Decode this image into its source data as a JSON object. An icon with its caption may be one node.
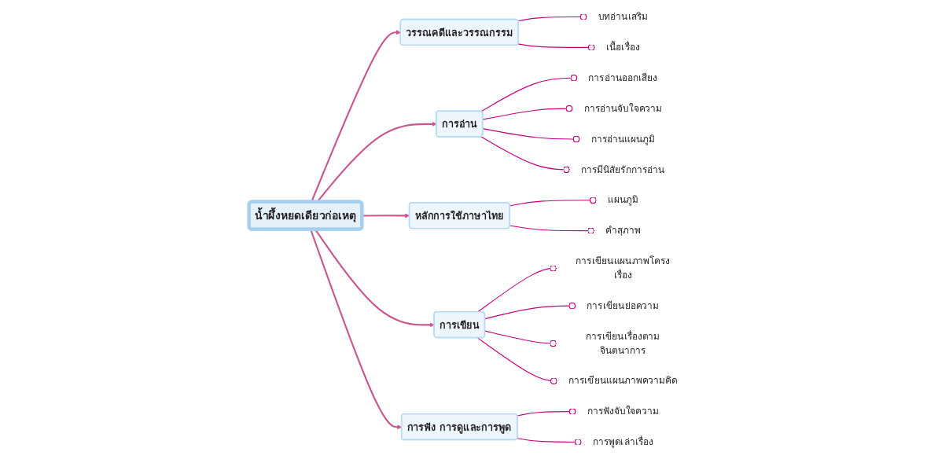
{
  "diagram": {
    "nodes": [
      {
        "text": [
          "น้ำผึ้งหยดเดียวก่อเหตุ"
        ]
      },
      {
        "text": [
          "วรรณคดีและวรรณกรรม"
        ]
      },
      {
        "text": [
          "บทอ่านเสริม"
        ]
      },
      {
        "text": [
          "เนื้อเรื่อง"
        ]
      },
      {
        "text": [
          "การอ่าน"
        ]
      },
      {
        "text": [
          "การอ่านออกเสียง"
        ]
      },
      {
        "text": [
          "การอ่านจับใจความ"
        ]
      },
      {
        "text": [
          "การอ่านแผนภูมิ"
        ]
      },
      {
        "text": [
          "การมีนิสัยรักการอ่าน"
        ]
      },
      {
        "text": [
          "หลักการใช้ภาษาไทย"
        ]
      },
      {
        "text": [
          "แผนภูมิ"
        ]
      },
      {
        "text": [
          "คำสุภาพ"
        ]
      },
      {
        "text": [
          "การเขียน"
        ]
      },
      {
        "text": [
          "การเขียนแผนภาพโครงเรื่อง"
        ]
      },
      {
        "text": [
          "การเขียนย่อความ"
        ]
      },
      {
        "text": [
          "การเขียนเรื่องตามจินตนาการ"
        ]
      },
      {
        "text": [
          "การเขียนแผนภาพความคิด"
        ]
      },
      {
        "text": [
          "การฟัง การดูและการพูด"
        ]
      },
      {
        "text": [
          "การฟังจับใจความ"
        ]
      },
      {
        "text": [
          "การพูดเล่าเรื่อง"
        ]
      }
    ],
    "edges": [
      {
        "from": 0,
        "to": 1,
        "arrow": "to",
        "color": "#c9558f"
      },
      {
        "from": 0,
        "to": 4,
        "arrow": "to",
        "color": "#c9558f"
      },
      {
        "from": 0,
        "to": 9,
        "arrow": "to",
        "color": "#c9558f"
      },
      {
        "from": 0,
        "to": 12,
        "arrow": "to",
        "color": "#c9558f"
      },
      {
        "from": 0,
        "to": 17,
        "arrow": "to",
        "color": "#c9558f"
      },
      {
        "from": 1,
        "to": 2,
        "arrow": "other"
      },
      {
        "from": 1,
        "to": 3,
        "arrow": "other"
      },
      {
        "from": 4,
        "to": 5,
        "arrow": "other"
      },
      {
        "from": 4,
        "to": 6,
        "arrow": "other"
      },
      {
        "from": 4,
        "to": 7,
        "arrow": "other"
      },
      {
        "from": 4,
        "to": 8,
        "arrow": "other"
      },
      {
        "from": 9,
        "to": 10,
        "arrow": "other"
      },
      {
        "from": 9,
        "to": 11,
        "arrow": "other"
      },
      {
        "from": 12,
        "to": 13,
        "arrow": "other"
      },
      {
        "from": 12,
        "to": 14,
        "arrow": "other"
      },
      {
        "from": 12,
        "to": 15,
        "arrow": "other"
      },
      {
        "from": 12,
        "to": 16,
        "arrow": "other"
      },
      {
        "from": 17,
        "to": 18,
        "arrow": "other"
      },
      {
        "from": 17,
        "to": 19,
        "arrow": "other"
      }
    ]
  }
}
